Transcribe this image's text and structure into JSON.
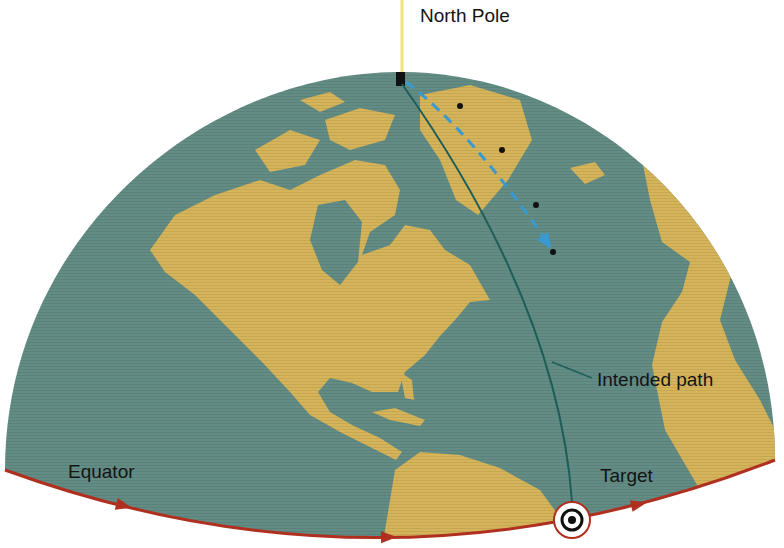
{
  "diagram": {
    "labels": [
      "North Pole",
      "Intended path",
      "Equator",
      "Target"
    ]
  }
}
